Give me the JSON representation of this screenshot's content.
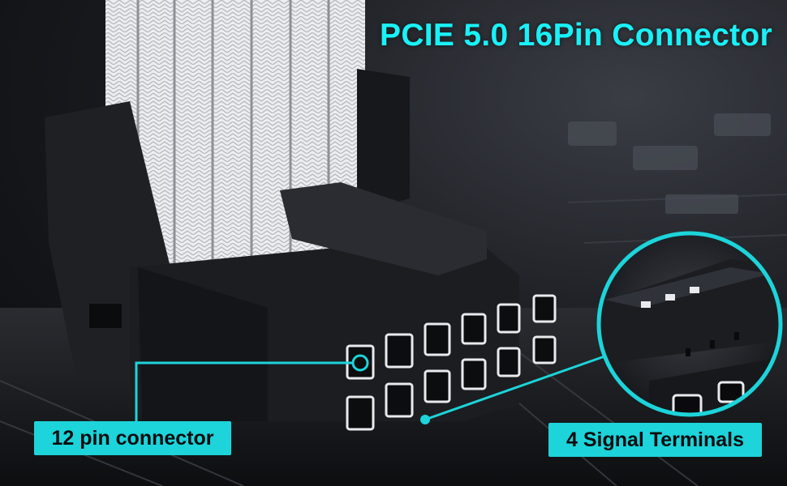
{
  "title": "PCIE 5.0 16Pin Connector",
  "callouts": {
    "twelve_pin": "12 pin connector",
    "signal_terminals": "4 Signal Terminals"
  },
  "colors": {
    "accent_cyan": "#1cd4da",
    "title_cyan": "#19f1f7",
    "connector_black": "#1c1d20",
    "cable_white": "#e8eaed"
  }
}
